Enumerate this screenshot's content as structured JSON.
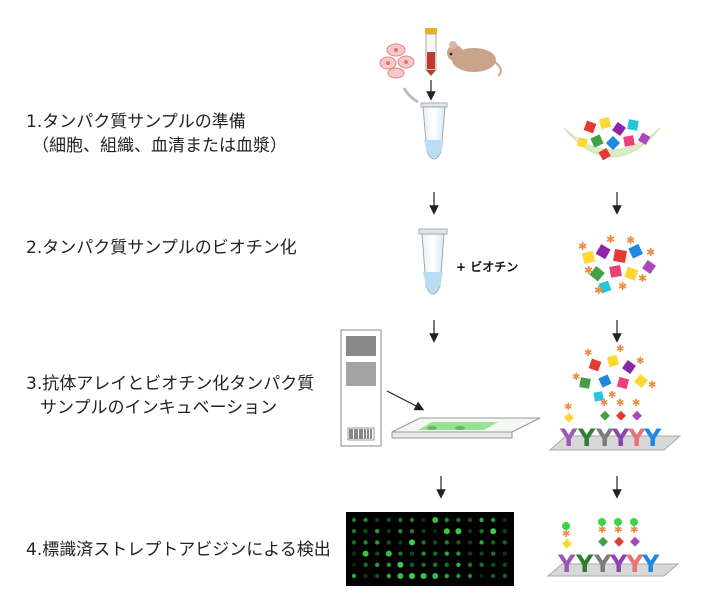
{
  "steps": [
    {
      "line1": "1.タンパク質サンプルの準備",
      "line2": "（細胞、組織、血清または血漿）"
    },
    {
      "line1": "2.タンパク質サンプルのビオチン化"
    },
    {
      "line1": "3.抗体アレイとビオチン化タンパク質",
      "line2": "サンプルのインキュベーション"
    },
    {
      "line1": "4.標識済ストレプトアビジンによる検出"
    }
  ],
  "labels": {
    "biotin": "+ ビオチン"
  },
  "colors": {
    "tube_liquid": "#b9dcf4",
    "array_green": "#7be07b",
    "spot_green": "#39d64a",
    "biotin_orange": "#f08a3c",
    "mouse": "#c9a48a",
    "blood": "#c0392b"
  },
  "proteins": [
    "#e53935",
    "#fdd835",
    "#43a047",
    "#1e88e5",
    "#8e24aa",
    "#ec407a",
    "#26c6da",
    "#ab47bc"
  ],
  "antibodies": [
    "#9b59b6",
    "#2e7d32",
    "#7b7b7b",
    "#8e44ad",
    "#e57373",
    "#1e88e5"
  ]
}
